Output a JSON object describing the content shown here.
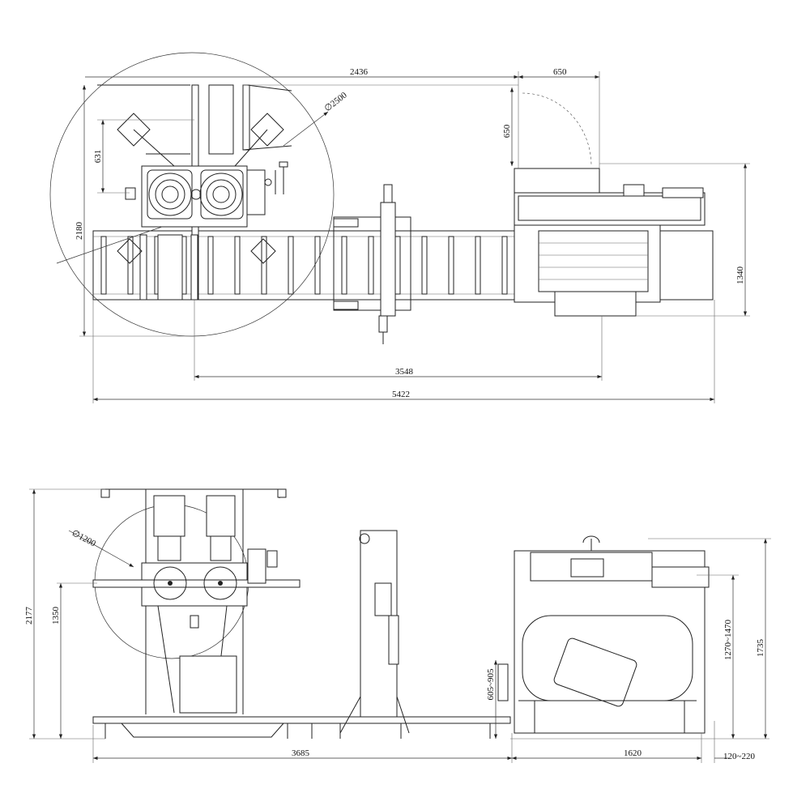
{
  "drawing": {
    "top_view": {
      "dimensions": {
        "width_to_feeder": "2436",
        "feeder_offset_x": "650",
        "feeder_offset_y": "650",
        "coil_diameter": "∅2500",
        "arm_spacing": "631",
        "total_depth": "2180",
        "feeder_depth": "1340",
        "decoiler_to_feeder": "3548",
        "total_length": "5422"
      }
    },
    "side_view": {
      "dimensions": {
        "reel_diameter": "∅1200",
        "total_height": "2177",
        "mandrel_height": "1350",
        "pass_line_height": "605~905",
        "feeder_pass_line": "1270~1470",
        "feeder_height": "1735",
        "line_length": "3685",
        "feeder_length": "1620",
        "feeder_overhang": "120~220"
      }
    }
  }
}
